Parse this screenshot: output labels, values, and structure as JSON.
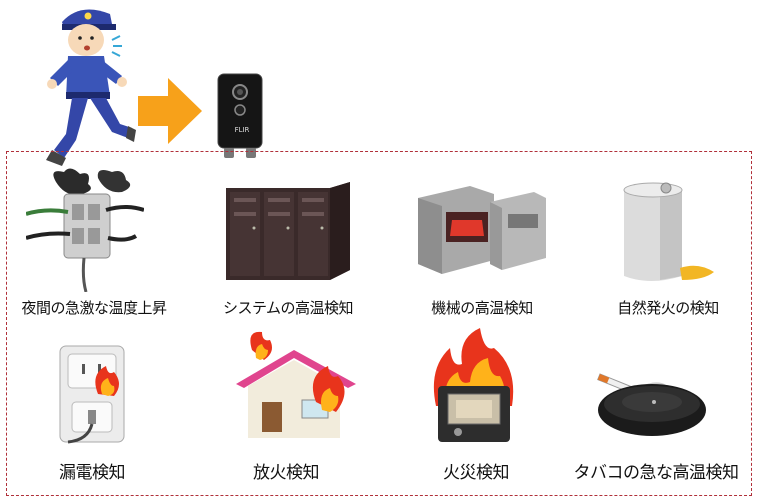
{
  "labels": {
    "r1c1": "夜間の急激な温度上昇",
    "r1c2": "システムの高温検知",
    "r1c3": "機械の高温検知",
    "r1c4": "自然発火の検知",
    "r2c1": "漏電検知",
    "r2c2": "放火検知",
    "r2c3": "火災検知",
    "r2c4": "タバコの急な高温検知"
  },
  "camera": {
    "logo": "FLIR"
  },
  "colors": {
    "arrow": "#f7a11a",
    "frame": "#b0303a",
    "flame_outer": "#e8341c",
    "flame_inner": "#ffb21a"
  }
}
